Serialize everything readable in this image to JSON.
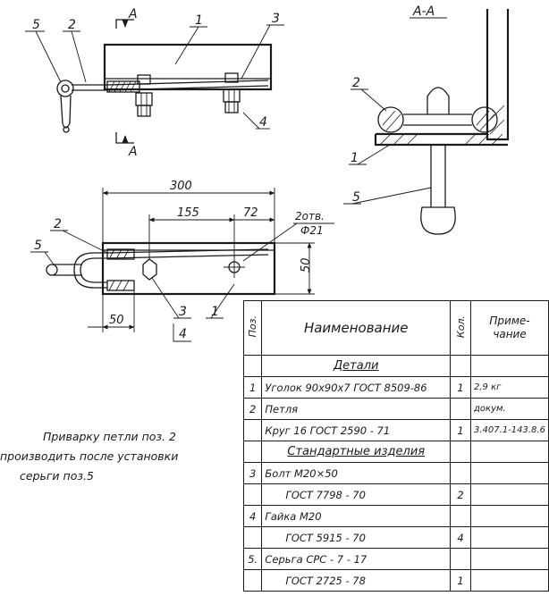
{
  "drawing": {
    "section_label": "А-А",
    "cut_mark_top": "А",
    "cut_mark_bottom": "А",
    "top_view_callouts": [
      "5",
      "2",
      "1",
      "3",
      "4"
    ],
    "section_callouts": [
      "2",
      "1",
      "5"
    ],
    "plan_callouts": [
      "2",
      "5",
      "3",
      "4",
      "1"
    ],
    "dimensions": {
      "overall": "300",
      "hole_spacing_a": "155",
      "hole_spacing_b": "72",
      "width": "50",
      "loop_length": "50",
      "holes_note_1": "2отв.",
      "holes_note_2": "Ф21"
    }
  },
  "note": {
    "lines": [
      "Приварку петли поз. 2",
      "производить после установки",
      "серьги поз.5"
    ]
  },
  "spec_table": {
    "headers": {
      "pos": "Поз.",
      "name": "Наименование",
      "qty": "Кол.",
      "note_line1": "Приме-",
      "note_line2": "чание"
    },
    "rows": [
      {
        "pos": "",
        "name": "Детали",
        "qty": "",
        "note": "",
        "section": true
      },
      {
        "pos": "1",
        "name": "Уголок 90х90х7 ГОСТ 8509-86",
        "qty": "1",
        "note": "2,9 кг"
      },
      {
        "pos": "2",
        "name": "Петля",
        "qty": "",
        "note": "докум."
      },
      {
        "pos": "",
        "name": "Круг 16   ГОСТ 2590 - 71",
        "qty": "1",
        "note": "3.407.1-143.8.6"
      },
      {
        "pos": "",
        "name": "Стандартные изделия",
        "qty": "",
        "note": "",
        "section": true
      },
      {
        "pos": "3",
        "name": "Болт  М20×50",
        "qty": "",
        "note": ""
      },
      {
        "pos": "",
        "name": "ГОСТ 7798 - 70",
        "qty": "2",
        "note": "",
        "indent": true
      },
      {
        "pos": "4",
        "name": "Гайка  М20",
        "qty": "",
        "note": ""
      },
      {
        "pos": "",
        "name": "ГОСТ 5915 - 70",
        "qty": "4",
        "note": "",
        "indent": true
      },
      {
        "pos": "5.",
        "name": "Серьга  СРС - 7 - 17",
        "qty": "",
        "note": ""
      },
      {
        "pos": "",
        "name": "ГОСТ 2725 - 78",
        "qty": "1",
        "note": "",
        "indent": true
      }
    ]
  }
}
